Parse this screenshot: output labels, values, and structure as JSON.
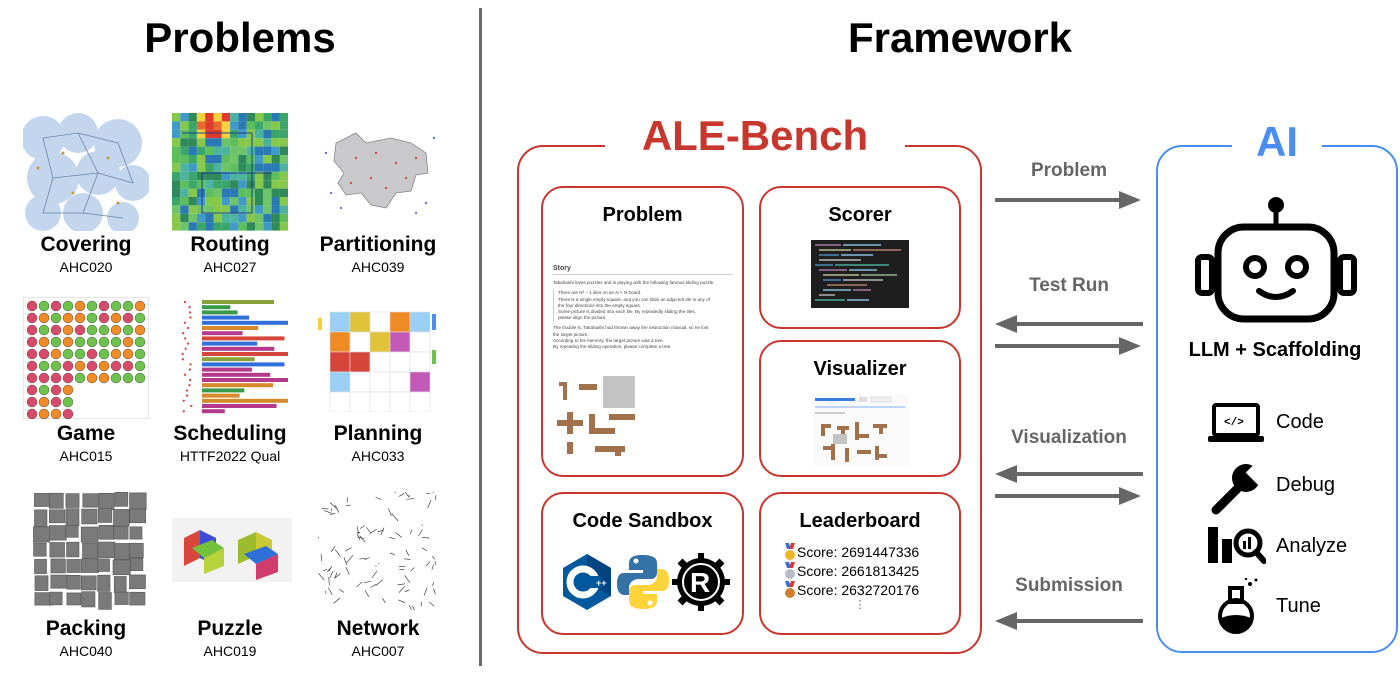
{
  "left": {
    "title": "Problems",
    "problems": [
      {
        "name": "Covering",
        "code": "AHC020"
      },
      {
        "name": "Routing",
        "code": "AHC027"
      },
      {
        "name": "Partitioning",
        "code": "AHC039"
      },
      {
        "name": "Game",
        "code": "AHC015"
      },
      {
        "name": "Scheduling",
        "code": "HTTF2022 Qual"
      },
      {
        "name": "Planning",
        "code": "AHC033"
      },
      {
        "name": "Packing",
        "code": "AHC040"
      },
      {
        "name": "Puzzle",
        "code": "AHC019"
      },
      {
        "name": "Network",
        "code": "AHC007"
      }
    ]
  },
  "right": {
    "title": "Framework",
    "ale": {
      "title": "ALE-Bench",
      "problem_card": {
        "title": "Problem",
        "story_heading": "Story",
        "story_lines": [
          "Takahashi loves puzzles and is playing with the following famous sliding puzzle.",
          "There are N² − 1 tiles on an N × N board.",
          "There is a single empty square, and you can slide an adjacent tile in any of",
          "the four directions into the empty square.",
          "Some picture is divided into each tile. By repeatedly sliding the tiles,",
          "please align the picture.",
          "The trouble is, Takahashi had thrown away the instruction manual, so he lost",
          "the target picture.",
          "According to his memory, the target picture was a tree.",
          "By repeating the sliding operation, please complete a tree."
        ]
      },
      "scorer_card": {
        "title": "Scorer"
      },
      "visualizer_card": {
        "title": "Visualizer"
      },
      "sandbox_card": {
        "title": "Code Sandbox"
      },
      "leaderboard_card": {
        "title": "Leaderboard",
        "scores": [
          "Score: 2691447336",
          "Score: 2661813425",
          "Score: 2632720176"
        ],
        "more": "⋮"
      }
    },
    "arrows": {
      "problem": "Problem",
      "test_run": "Test Run",
      "visualization": "Visualization",
      "submission": "Submission"
    },
    "ai": {
      "title": "AI",
      "subtitle": "LLM + Scaffolding",
      "tools": [
        {
          "label": "Code",
          "icon": "laptop-code-icon"
        },
        {
          "label": "Debug",
          "icon": "wrench-icon"
        },
        {
          "label": "Analyze",
          "icon": "chart-magnifier-icon"
        },
        {
          "label": "Tune",
          "icon": "flask-icon"
        }
      ]
    }
  },
  "colors": {
    "ale_red": "#c8372d",
    "ai_blue": "#4a8ef0",
    "arrow_gray": "#666666"
  }
}
